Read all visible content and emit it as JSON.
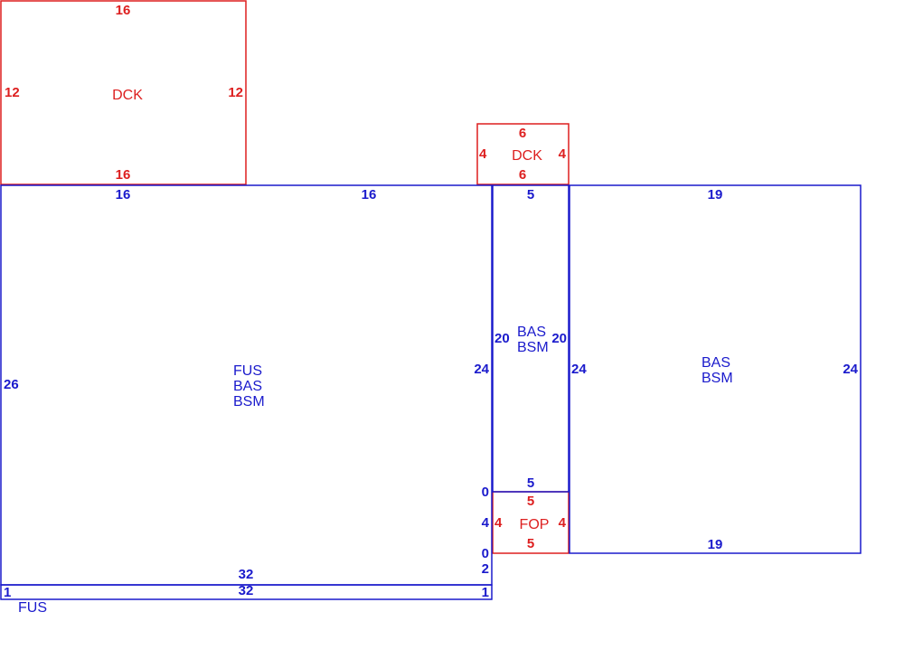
{
  "colors": {
    "blue": "#1a1acc",
    "red": "#dd1f1f",
    "background": "#ffffff"
  },
  "sections": [
    {
      "id": "main-fus",
      "color": "blue",
      "labels": [
        "FUS",
        "BAS",
        "BSM"
      ],
      "dims": {
        "top_left": "16",
        "top_right": "16",
        "left": "26",
        "right": "24",
        "bottom": "32"
      }
    },
    {
      "id": "strip-fus",
      "color": "blue",
      "labels": [
        "FUS"
      ],
      "dims": {
        "top": "32",
        "left": "1",
        "right": "1"
      }
    },
    {
      "id": "narrow-bas",
      "color": "blue",
      "labels": [
        "BAS",
        "BSM"
      ],
      "dims": {
        "top": "5",
        "left": "20",
        "right": "20",
        "bottom": "5"
      }
    },
    {
      "id": "right-bas",
      "color": "blue",
      "labels": [
        "BAS",
        "BSM"
      ],
      "dims": {
        "top": "19",
        "left": "24",
        "right": "24",
        "bottom": "19"
      }
    },
    {
      "id": "dck-large",
      "color": "red",
      "labels": [
        "DCK"
      ],
      "dims": {
        "top": "16",
        "left": "12",
        "right": "12",
        "bottom": "16"
      }
    },
    {
      "id": "dck-small",
      "color": "red",
      "labels": [
        "DCK"
      ],
      "dims": {
        "top": "6",
        "left": "4",
        "right": "4",
        "bottom": "6"
      }
    },
    {
      "id": "fop",
      "color": "red",
      "labels": [
        "FOP"
      ],
      "dims": {
        "top": "5",
        "left": "4",
        "right": "4",
        "bottom": "5"
      }
    }
  ],
  "wall_dims": {
    "upper_zero": "0",
    "middle": "4",
    "lower_zero": "0",
    "lower_two": "2"
  }
}
